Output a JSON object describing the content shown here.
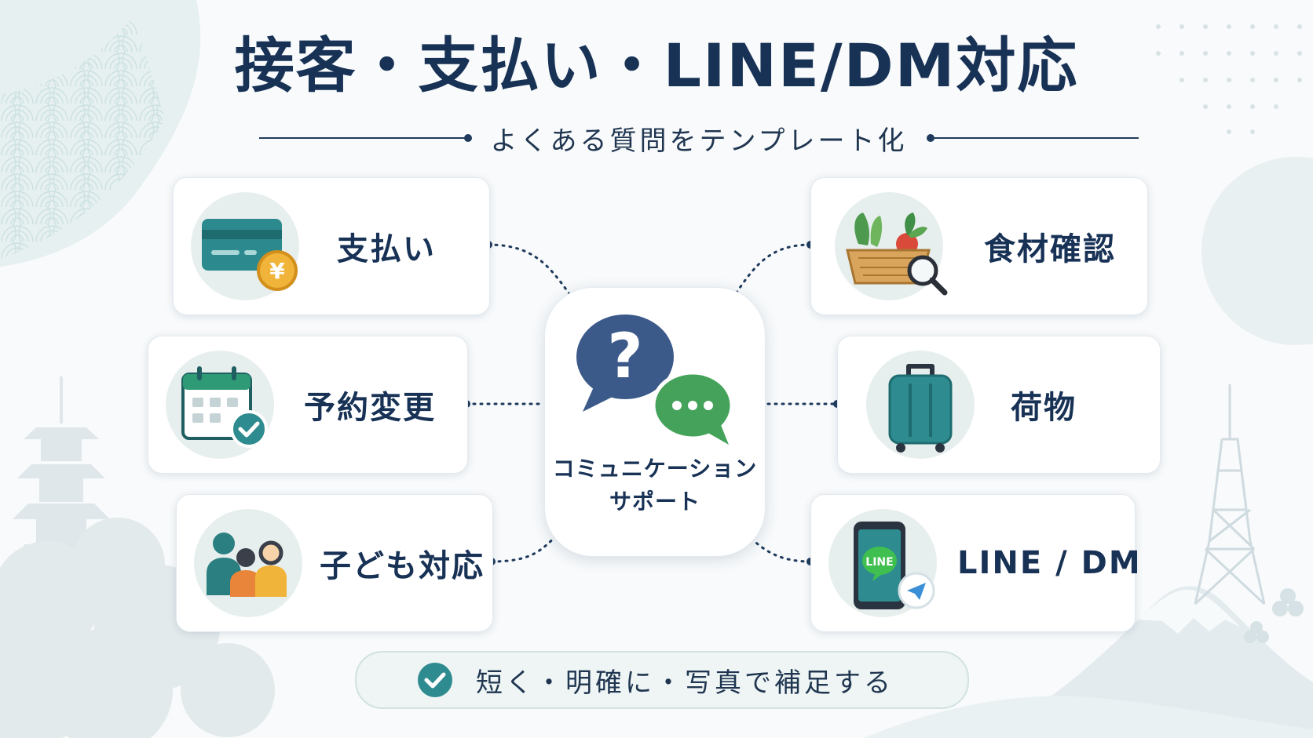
{
  "title": "接客・支払い・LINE/DM対応",
  "subtitle": "よくある質問をテンプレート化",
  "hub": {
    "label_line1": "コミュニケーション",
    "label_line2": "サポート",
    "icon": "speech-bubbles-icon"
  },
  "cards": {
    "payment": {
      "label": "支払い",
      "icon": "credit-card-yen-icon"
    },
    "reservation": {
      "label": "予約変更",
      "icon": "calendar-check-icon"
    },
    "children": {
      "label": "子ども対応",
      "icon": "family-icon"
    },
    "ingredients": {
      "label": "食材確認",
      "icon": "vegetable-basket-search-icon"
    },
    "luggage": {
      "label": "荷物",
      "icon": "suitcase-icon"
    },
    "line_dm": {
      "label": "LINE / DM",
      "icon": "smartphone-line-icon",
      "badge_text": "LINE"
    }
  },
  "footer": {
    "text": "短く・明確に・写真で補足する",
    "icon": "check-circle-icon"
  },
  "colors": {
    "navy": "#183256",
    "teal": "#2e8b8f",
    "green": "#44a25a",
    "orange": "#e8853b",
    "gold": "#f1b43a",
    "bubble_blue": "#3b5a8a"
  }
}
